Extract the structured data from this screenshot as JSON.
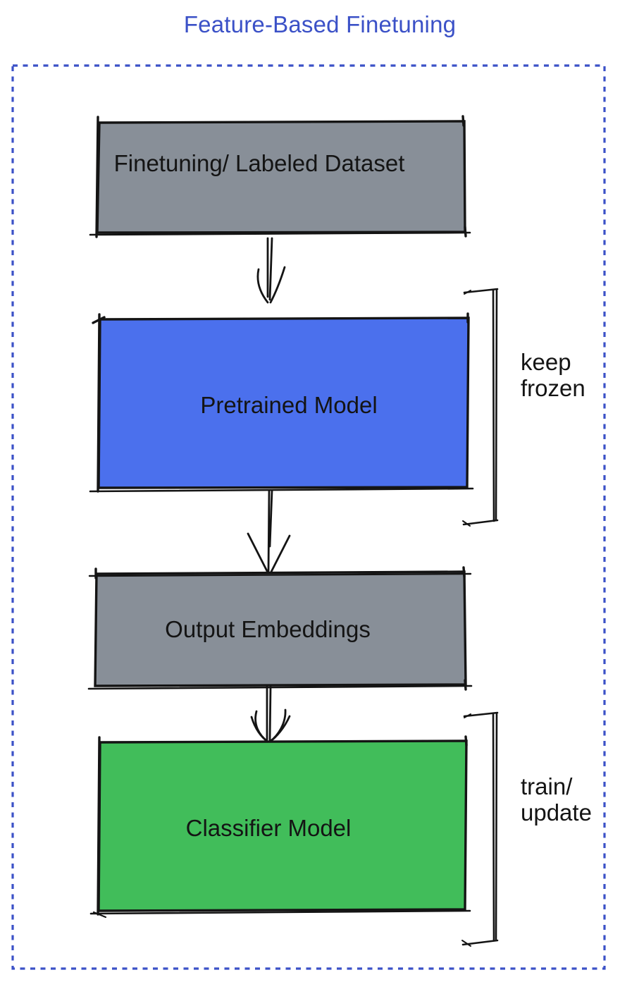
{
  "title": "Feature-Based Finetuning",
  "diagram": {
    "type": "flowchart",
    "style": "hand-drawn sketch",
    "nodes": [
      {
        "id": "dataset",
        "label": "Finetuning/ Labeled Dataset",
        "fill": "#888F98"
      },
      {
        "id": "pretrained",
        "label": "Pretrained Model",
        "fill": "#4B70ED"
      },
      {
        "id": "embeddings",
        "label": "Output Embeddings",
        "fill": "#888F98"
      },
      {
        "id": "classifier",
        "label": "Classifier Model",
        "fill": "#41BD5A"
      }
    ],
    "edges": [
      {
        "from": "dataset",
        "to": "pretrained"
      },
      {
        "from": "pretrained",
        "to": "embeddings"
      },
      {
        "from": "embeddings",
        "to": "classifier"
      }
    ],
    "annotations": [
      {
        "id": "keep-frozen",
        "target": "pretrained",
        "lines": [
          "keep",
          "frozen"
        ]
      },
      {
        "id": "train-update",
        "target": "classifier",
        "lines": [
          "train/",
          "update"
        ]
      }
    ]
  },
  "colors": {
    "title_text": "#3B51C7",
    "container_border": "#3B51C7",
    "sketch_stroke": "#141414",
    "label_text": "#141414"
  }
}
